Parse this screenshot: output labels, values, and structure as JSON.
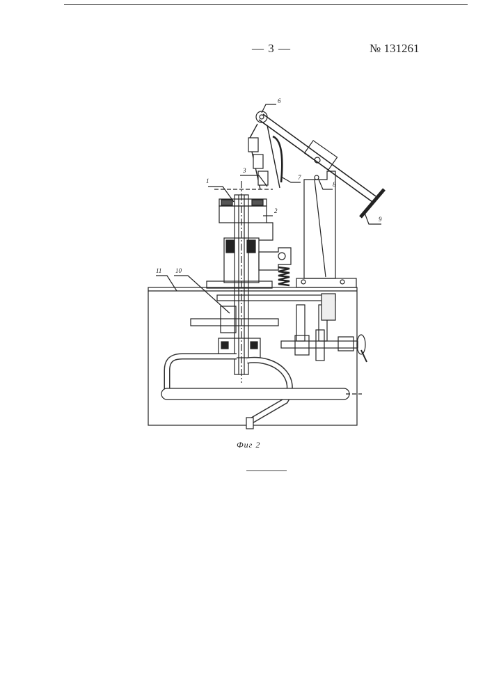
{
  "header": {
    "page_number": "— 3 —",
    "patent_number": "№ 131261"
  },
  "figure": {
    "caption": "Фиг 2",
    "callouts": [
      "1",
      "2",
      "3",
      "6",
      "7",
      "8",
      "9",
      "10",
      "11"
    ]
  }
}
